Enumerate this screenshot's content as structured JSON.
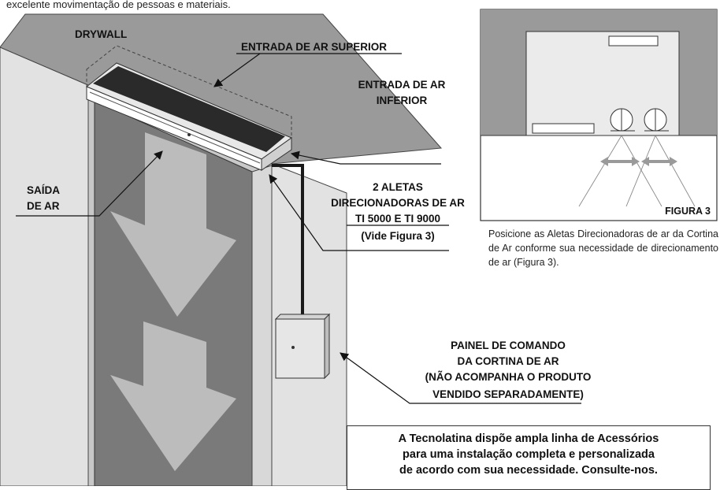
{
  "intro_text": "excelente movimentação de pessoas e materiais.",
  "labels": {
    "drywall": "DRYWALL",
    "entrada_superior": "ENTRADA DE AR SUPERIOR",
    "entrada_inferior": [
      "ENTRADA DE AR",
      "INFERIOR"
    ],
    "saida": [
      "SAÍDA",
      "DE AR"
    ],
    "aletas": [
      "2 ALETAS",
      "DIRECIONADORAS DE AR",
      "TI 5000 E TI 9000",
      "(Vide Figura 3)"
    ],
    "painel": [
      "PAINEL DE COMANDO",
      "DA CORTINA DE AR",
      "(NÃO ACOMPANHA O PRODUTO",
      "VENDIDO SEPARADAMENTE)"
    ]
  },
  "figure3": {
    "caption_label": "FIGURA 3",
    "caption_text": "Posicione as Aletas Direcionadoras de ar da Cortina de Ar conforme sua necessidade de direcionamento de ar (Figura 3)."
  },
  "info_box": {
    "lines": [
      "A Tecnolatina dispõe ampla linha de Acessórios",
      "para uma instalação completa e personalizada",
      "de acordo com sua necessidade. Consulte-nos."
    ]
  }
}
